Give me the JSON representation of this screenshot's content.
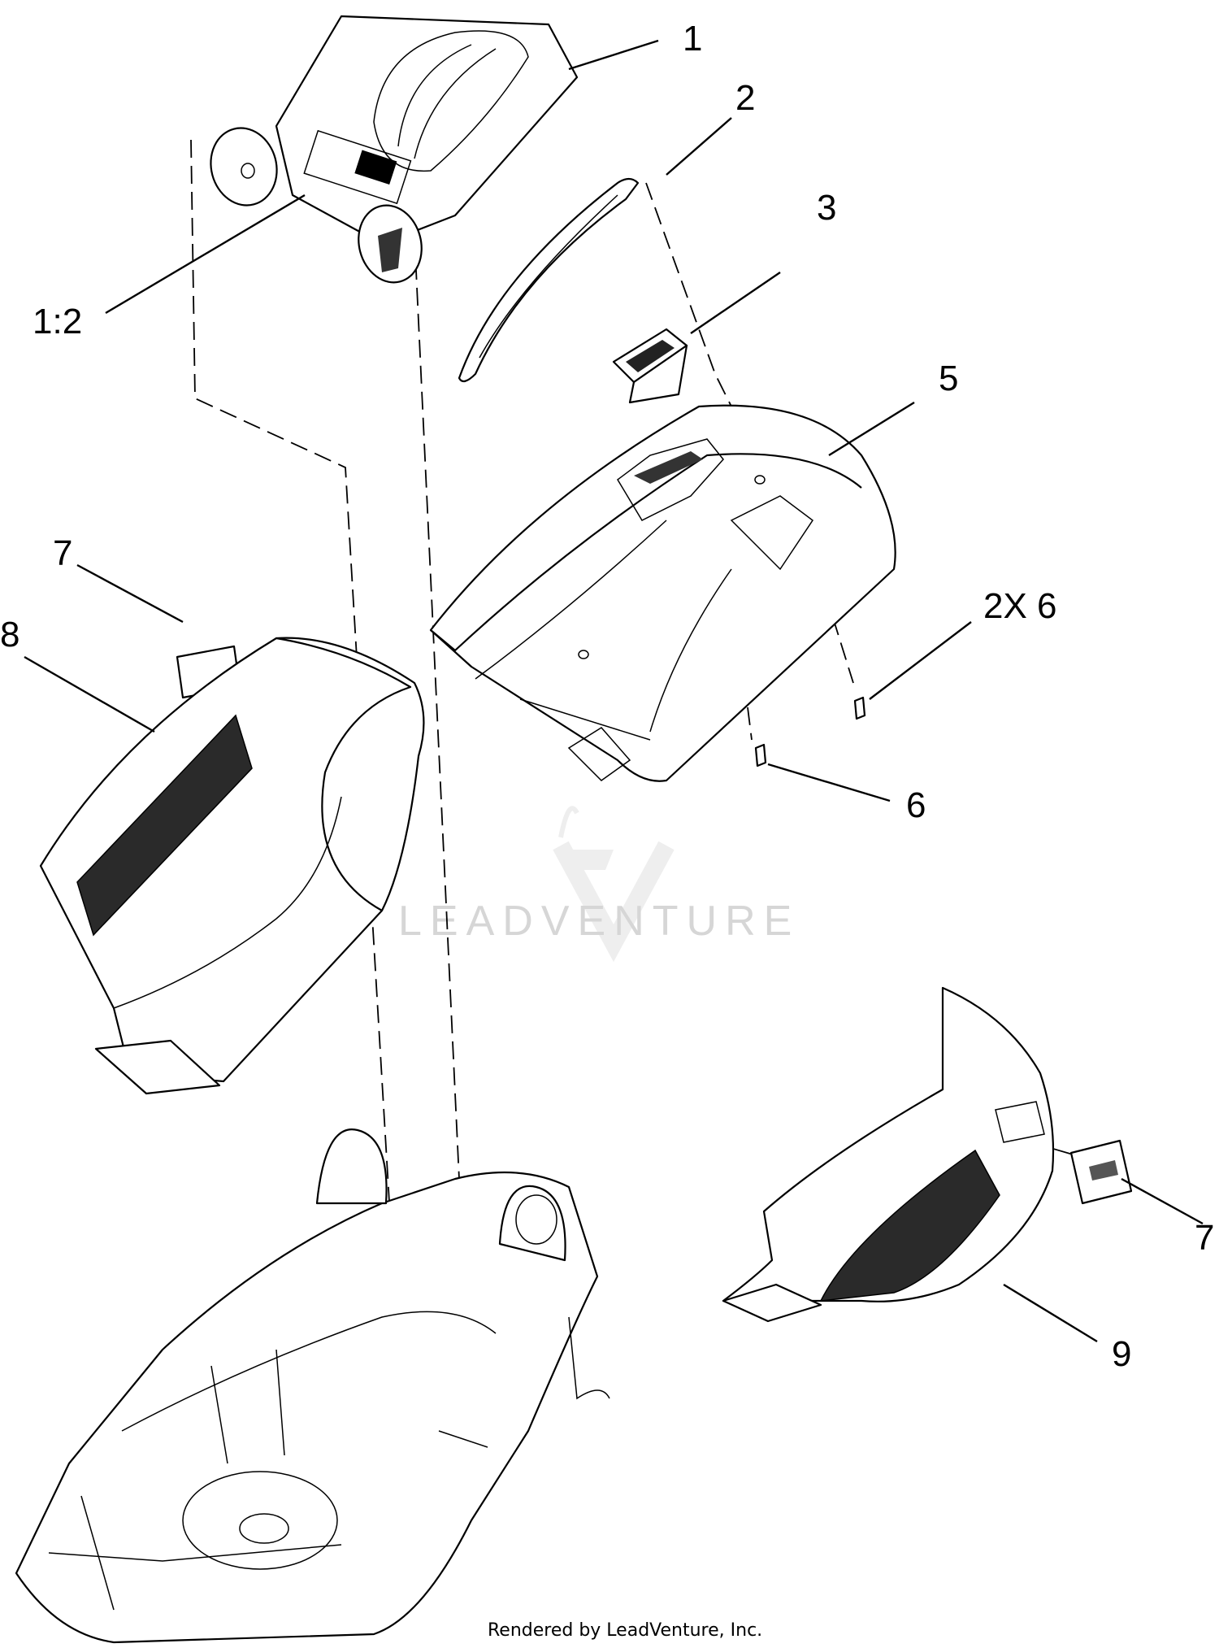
{
  "callouts": {
    "c1": "1",
    "c1_2": "1:2",
    "c2": "2",
    "c3": "3",
    "c5": "5",
    "c2x6": "2X 6",
    "c6": "6",
    "c7a": "7",
    "c8": "8",
    "c7b": "7",
    "c9": "9"
  },
  "watermark": "LEADVENTURE",
  "credit": "Rendered by LeadVenture, Inc."
}
